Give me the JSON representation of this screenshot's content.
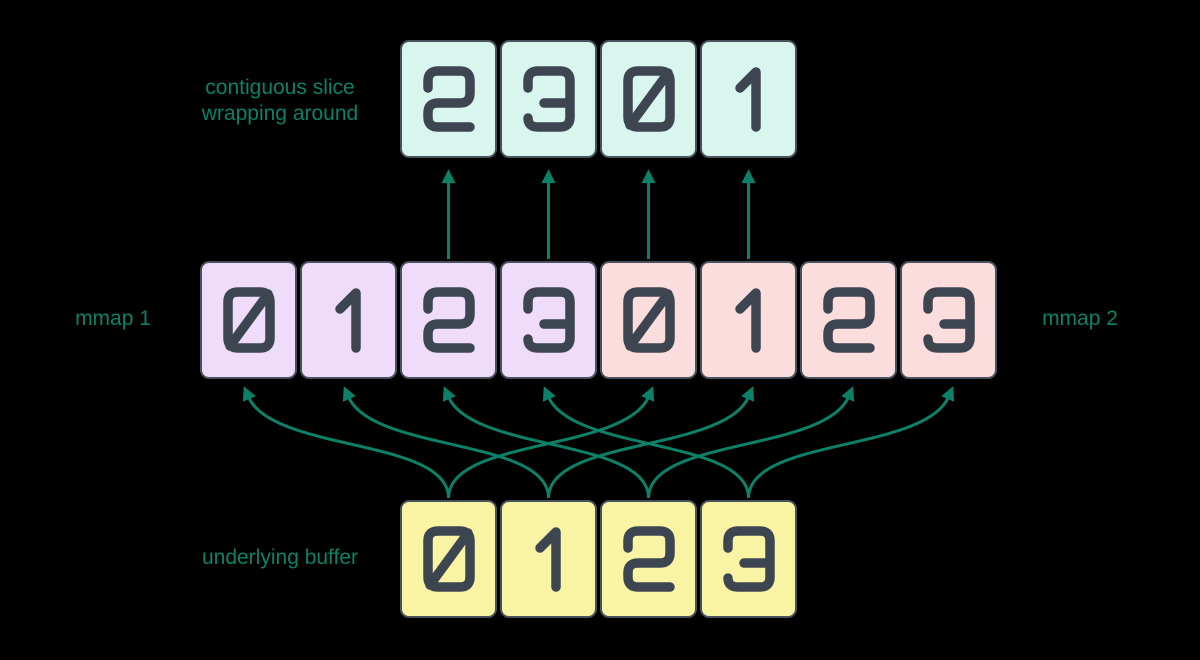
{
  "diagram": {
    "labels": {
      "slice": "contiguous slice\nwrapping around",
      "mmap1": "mmap 1",
      "mmap2": "mmap 2",
      "buffer": "underlying buffer"
    },
    "rows": {
      "slice": {
        "values": [
          "2",
          "3",
          "0",
          "1"
        ]
      },
      "mmap1": {
        "values": [
          "0",
          "1",
          "2",
          "3"
        ]
      },
      "mmap2": {
        "values": [
          "0",
          "1",
          "2",
          "3"
        ]
      },
      "buffer": {
        "values": [
          "0",
          "1",
          "2",
          "3"
        ]
      }
    },
    "connections": {
      "buffer_to_mmap": [
        {
          "from": 0,
          "to": 0
        },
        {
          "from": 1,
          "to": 1
        },
        {
          "from": 2,
          "to": 2
        },
        {
          "from": 3,
          "to": 3
        },
        {
          "from": 0,
          "to": 4
        },
        {
          "from": 1,
          "to": 5
        },
        {
          "from": 2,
          "to": 6
        },
        {
          "from": 3,
          "to": 7
        }
      ],
      "mmap_to_slice": [
        {
          "from": 2,
          "to": 0
        },
        {
          "from": 3,
          "to": 1
        },
        {
          "from": 4,
          "to": 2
        },
        {
          "from": 5,
          "to": 3
        }
      ]
    },
    "colors": {
      "background": "#000000",
      "slice_fill": "#d8f6ee",
      "mmap1_fill": "#eedcfa",
      "mmap2_fill": "#fcdddd",
      "buffer_fill": "#f9f3a4",
      "cell_border": "#47525c",
      "digit": "#3d4551",
      "accent": "#0d8068"
    }
  }
}
